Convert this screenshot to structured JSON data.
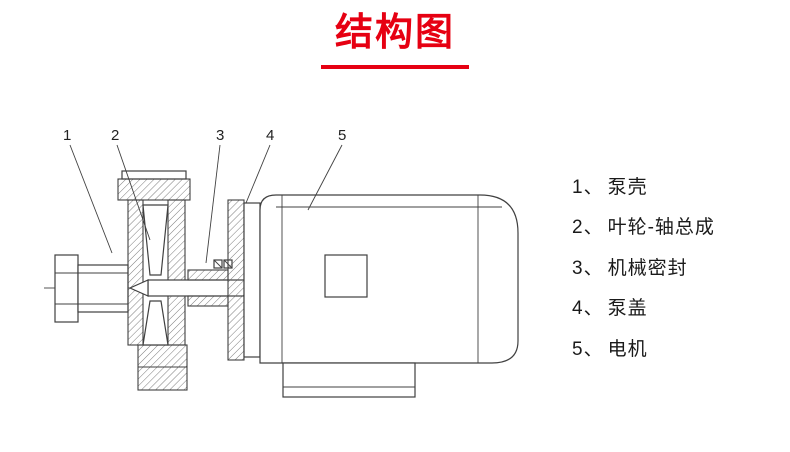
{
  "title": "结构图",
  "colors": {
    "accent": "#e60012",
    "line": "#404040",
    "text": "#1a1a1a"
  },
  "diagram": {
    "description": "pump-and-motor-cross-section",
    "callouts": [
      "1",
      "2",
      "3",
      "4",
      "5"
    ]
  },
  "legend": {
    "items": [
      {
        "num": "1、",
        "label": "泵壳"
      },
      {
        "num": "2、",
        "label": "叶轮-轴总成"
      },
      {
        "num": "3、",
        "label": "机械密封"
      },
      {
        "num": "4、",
        "label": "泵盖"
      },
      {
        "num": "5、",
        "label": "电机"
      }
    ]
  }
}
